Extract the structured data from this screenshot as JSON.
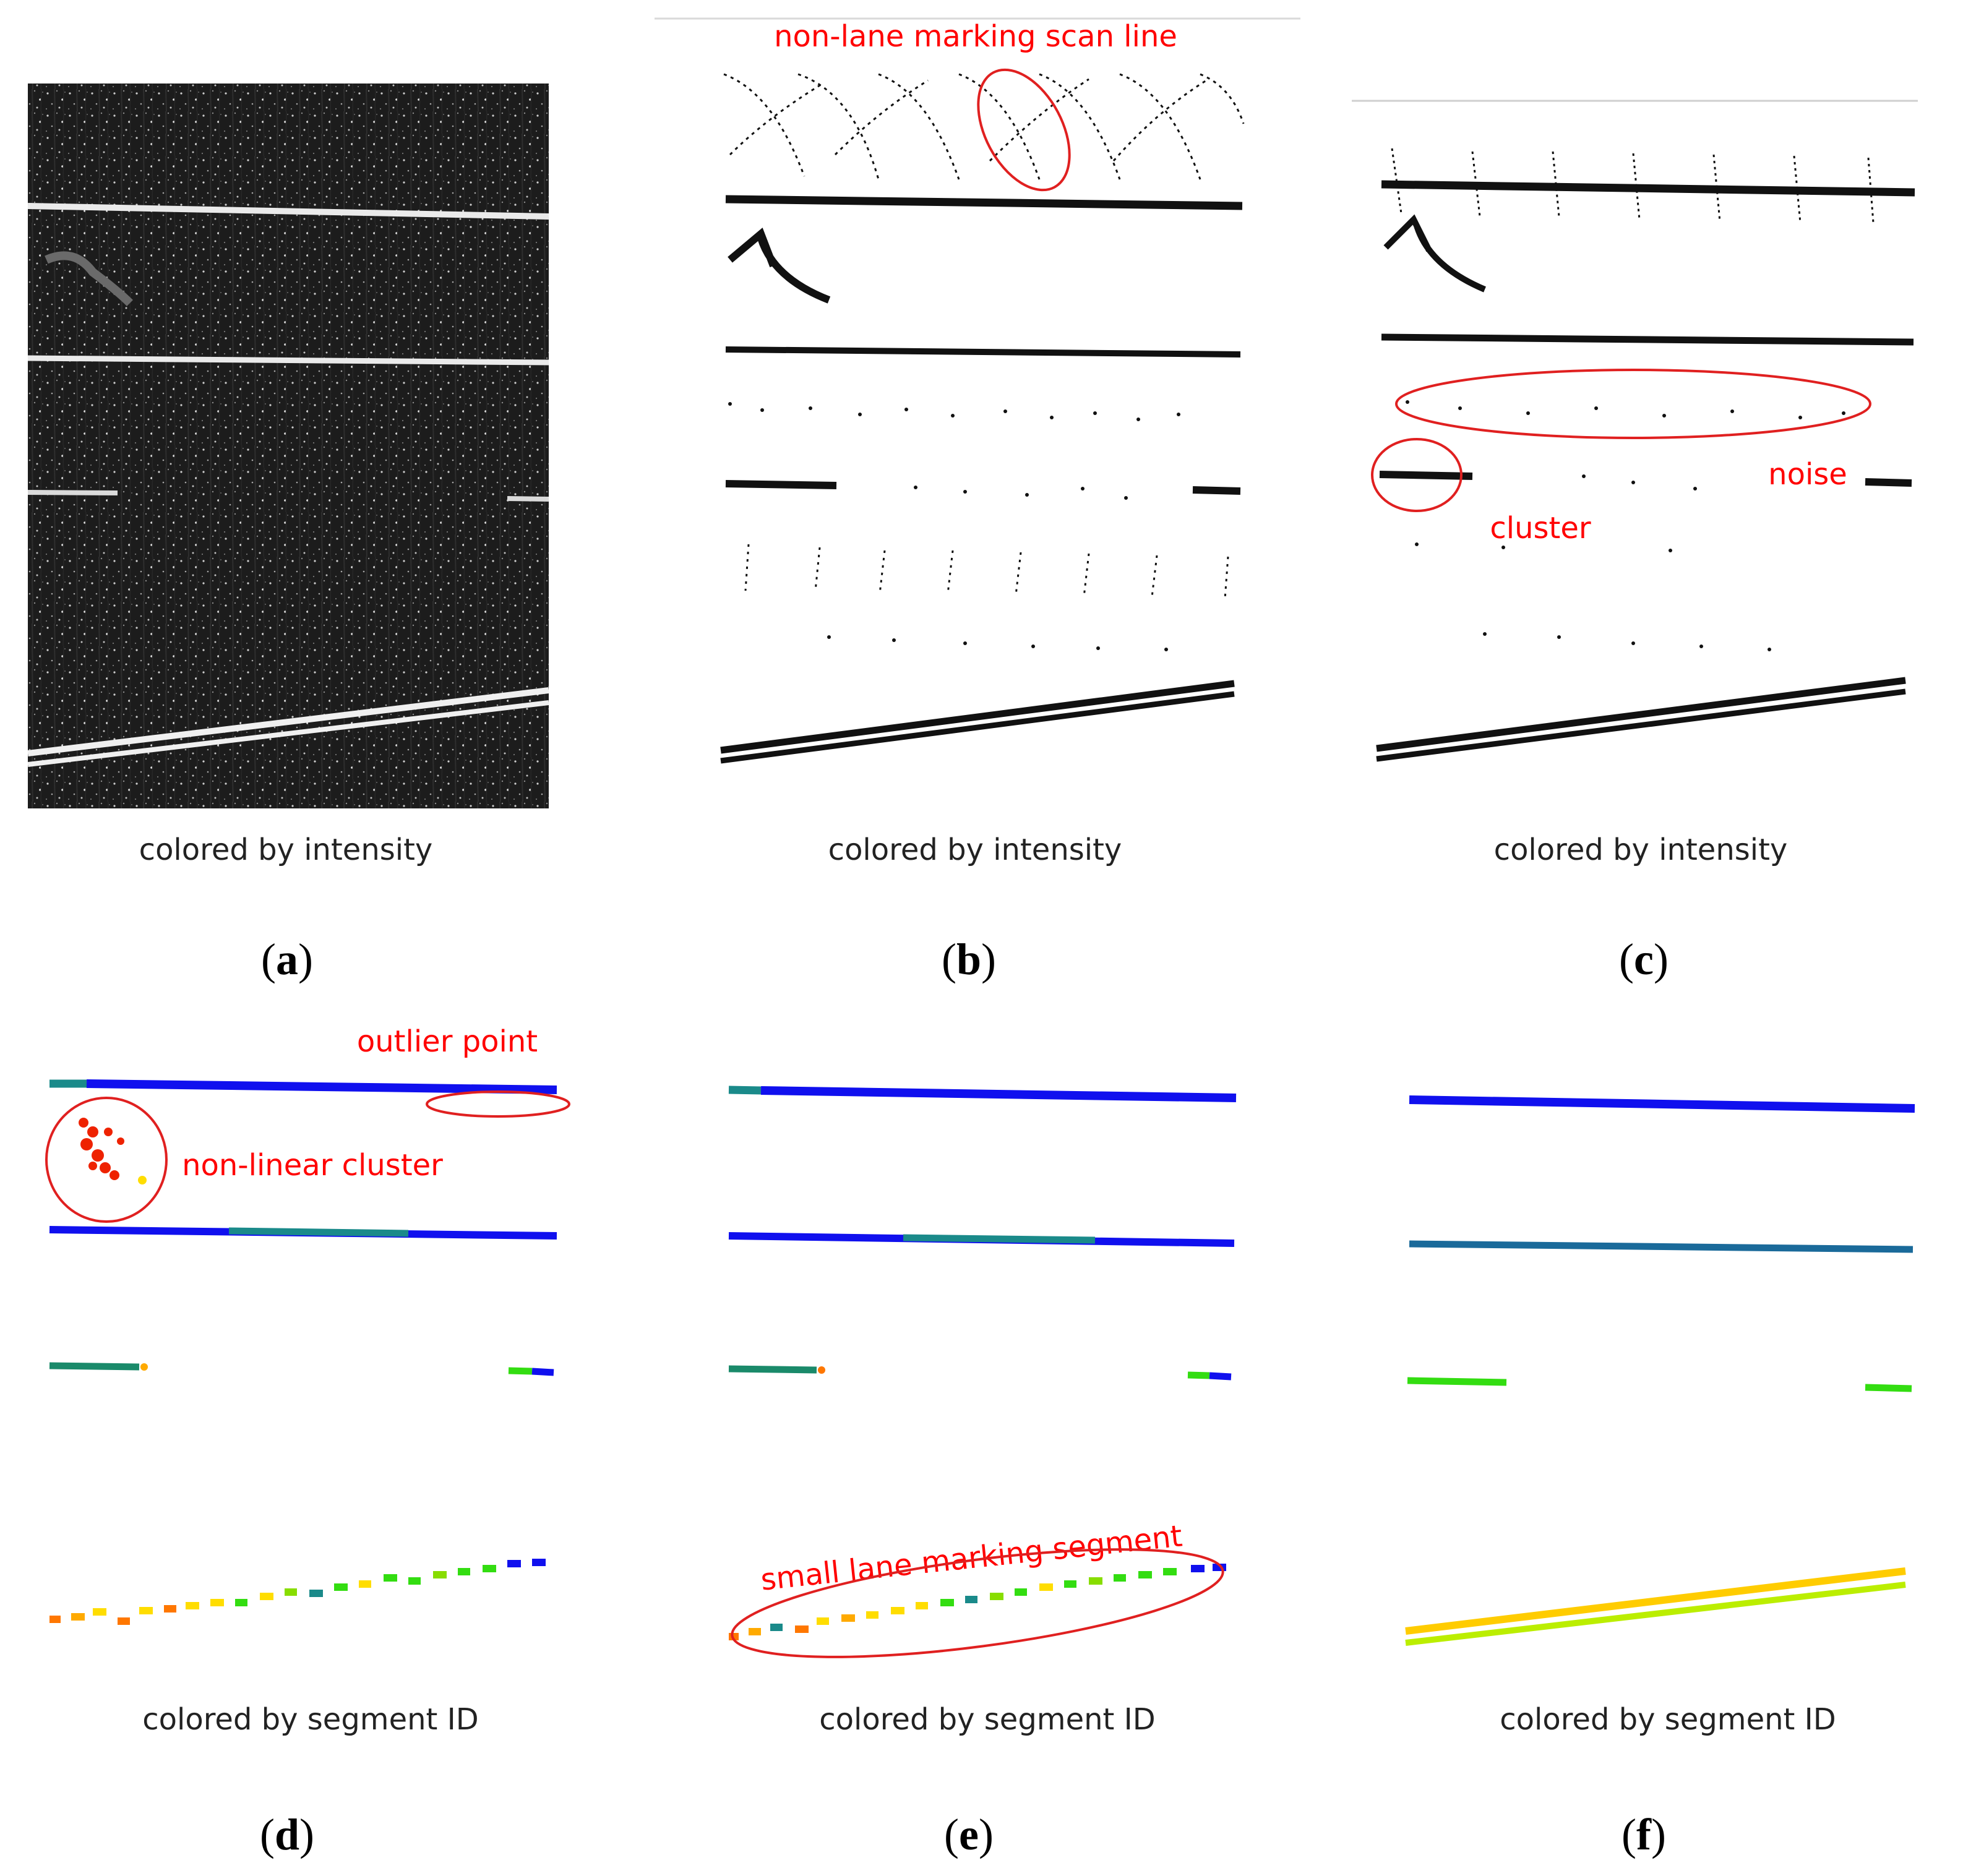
{
  "captions": {
    "intensity": "colored by intensity",
    "segment": "colored by segment ID"
  },
  "panel_labels": [
    "a",
    "b",
    "c",
    "d",
    "e",
    "f"
  ],
  "annotations": {
    "scan_line": "non-lane marking scan line",
    "noise": "noise",
    "cluster": "cluster",
    "outlier": "outlier point",
    "non_linear": "non-linear cluster",
    "small_segment": "small lane marking segment"
  },
  "colors": {
    "annotation": "#ff0000",
    "points_dark": "#111111",
    "intensity_background": "#1c1c1c",
    "segment_blue": "#1010ee",
    "segment_teal": "#1a8a8a",
    "segment_green": "#33dd11",
    "segment_yellow": "#ffdd00",
    "segment_orange": "#ff7700",
    "segment_red": "#ee2200"
  }
}
